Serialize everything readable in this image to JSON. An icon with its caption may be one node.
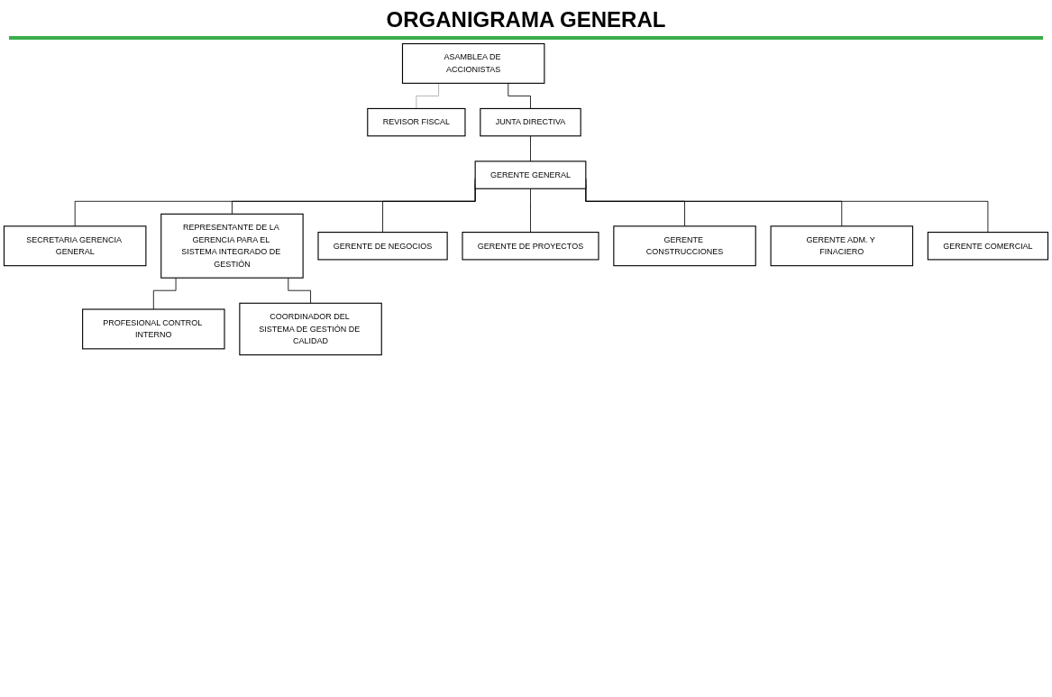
{
  "diagram": {
    "title": "ORGANIGRAMA GENERAL",
    "nodes": [
      {
        "text": [
          "ASAMBLEA DE ACCIONISTAS"
        ]
      },
      {
        "text": [
          "REVISOR FISCAL"
        ]
      },
      {
        "text": [
          "JUNTA DIRECTIVA"
        ]
      },
      {
        "text": [
          "GERENTE GENERAL"
        ]
      },
      {
        "text": [
          "SECRETARIA GERENCIA GENERAL"
        ]
      },
      {
        "text": [
          "REPRESENTANTE DE LA GERENCIA PARA EL SISTEMA INTEGRADO DE GESTIÓN"
        ]
      },
      {
        "text": [
          "PROFESIONAL CONTROL INTERNO"
        ]
      },
      {
        "text": [
          "COORDINADOR DEL SISTEMA DE GESTIÓN DE CALIDAD"
        ]
      },
      {
        "text": [
          "GERENTE DE NEGOCIOS"
        ]
      },
      {
        "text": [
          "GERENTE DE PROYECTOS"
        ]
      },
      {
        "text": [
          "GERENTE CONSTRUCCIONES"
        ]
      },
      {
        "text": [
          "GERENTE ADM. Y FINACIERO"
        ]
      },
      {
        "text": [
          "GERENTE COMERCIAL"
        ]
      }
    ],
    "edges": [
      {
        "from": 0,
        "to": 2,
        "arrow": "none"
      },
      {
        "from": 0,
        "to": 1,
        "arrow": "none",
        "color": "#a6a6a6"
      },
      {
        "from": 2,
        "to": 3,
        "arrow": "none"
      },
      {
        "from": 3,
        "to": 4,
        "arrow": "none"
      },
      {
        "from": 3,
        "to": 5,
        "arrow": "none"
      },
      {
        "from": 5,
        "to": 6,
        "arrow": "none"
      },
      {
        "from": 5,
        "to": 7,
        "arrow": "none"
      },
      {
        "from": 3,
        "to": 8,
        "arrow": "none"
      },
      {
        "from": 3,
        "to": 9,
        "arrow": "none"
      },
      {
        "from": 3,
        "to": 10,
        "arrow": "none"
      },
      {
        "from": 3,
        "to": 11,
        "arrow": "none"
      },
      {
        "from": 3,
        "to": 12,
        "arrow": "none"
      }
    ]
  }
}
